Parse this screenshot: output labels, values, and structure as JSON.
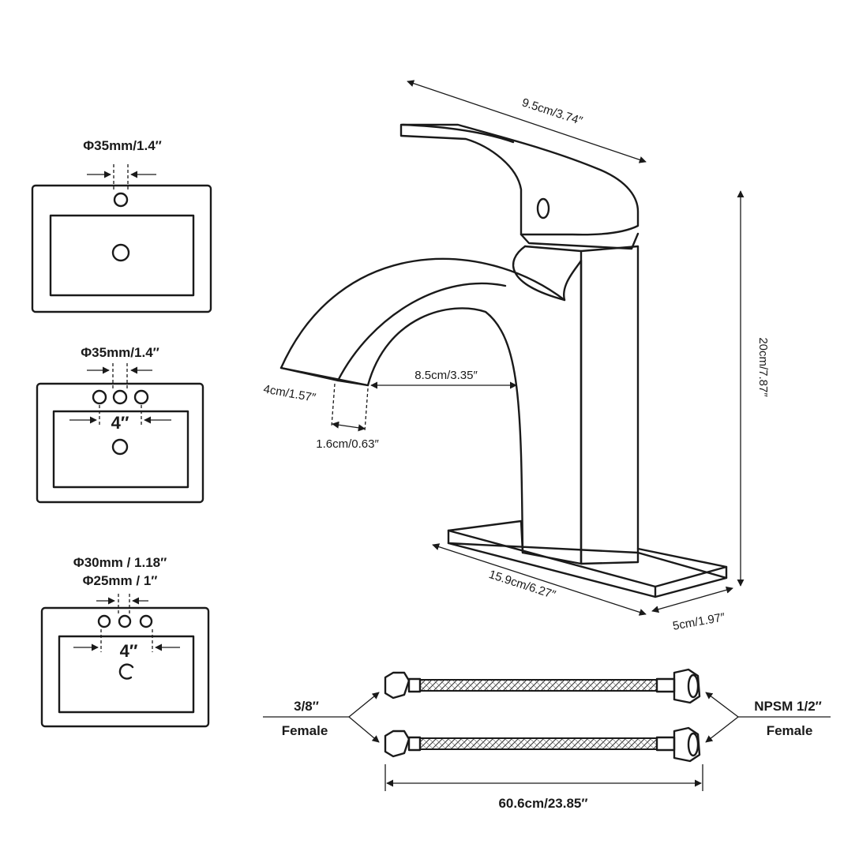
{
  "sinks": {
    "sink1": {
      "hole_label": "Φ35mm/1.4″"
    },
    "sink2": {
      "hole_label": "Φ35mm/1.4″",
      "spread_label": "4″"
    },
    "sink3": {
      "hole_label_1": "Φ30mm /  1.18″",
      "hole_label_2": "Φ25mm / 1″",
      "spread_label": "4″"
    }
  },
  "faucet": {
    "handle_length": "9.5cm/3.74″",
    "height": "20cm/7.87″",
    "spout_reach": "8.5cm/3.35″",
    "spout_width": "4cm/1.57″",
    "outlet_size": "1.6cm/0.63″",
    "base_length": "15.9cm/6.27″",
    "base_width": "5cm/1.97″"
  },
  "hoses": {
    "left_size": "3/8″",
    "left_type": "Female",
    "right_size": "NPSM 1/2″",
    "right_type": "Female",
    "length": "60.6cm/23.85″"
  }
}
